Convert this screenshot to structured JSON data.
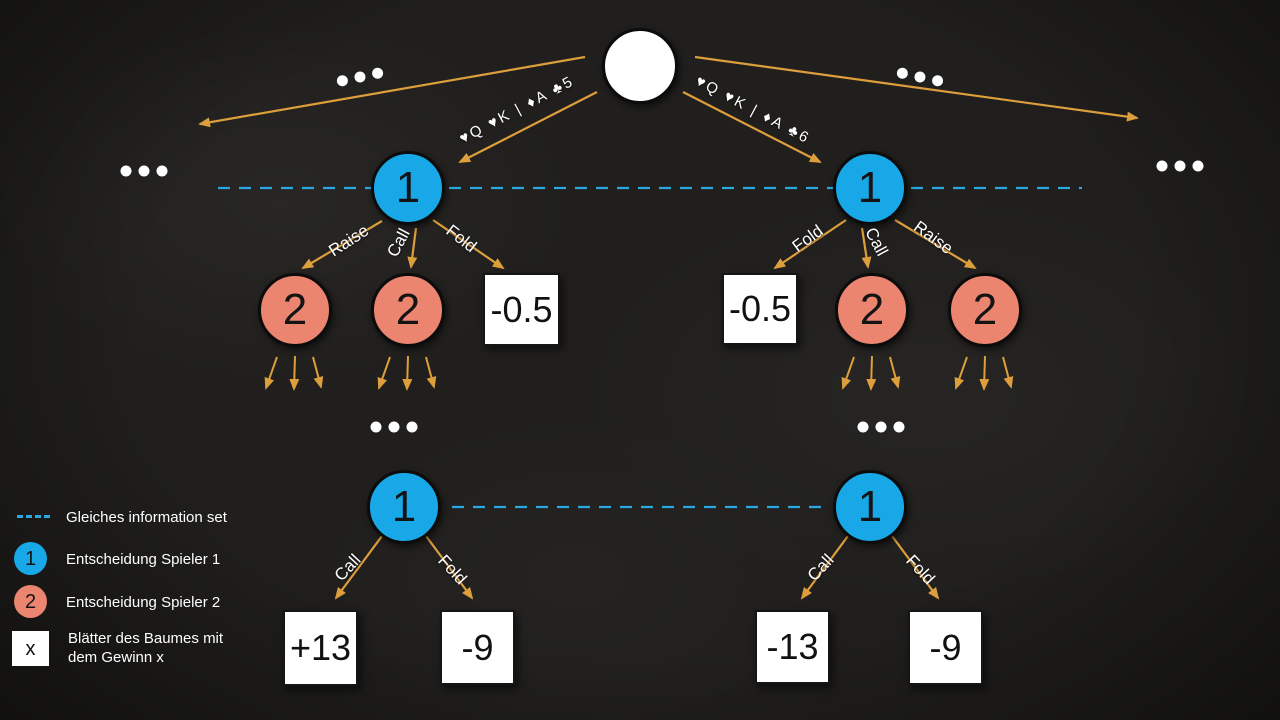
{
  "tree": {
    "deal_edges": [
      {
        "label": "♥Q ♥K | ♦A ♣5"
      },
      {
        "label": "♥Q ♥K | ♦A ♣6"
      }
    ],
    "player1_top": [
      {
        "label": "1",
        "actions": [
          "Raise",
          "Call",
          "Fold"
        ]
      },
      {
        "label": "1",
        "actions": [
          "Fold",
          "Call",
          "Raise"
        ]
      }
    ],
    "player2_nodes": [
      "2",
      "2",
      "2",
      "2"
    ],
    "fold_leaves": [
      "-0.5",
      "-0.5"
    ],
    "player1_bottom": [
      {
        "label": "1",
        "actions": [
          "Call",
          "Fold"
        ]
      },
      {
        "label": "1",
        "actions": [
          "Call",
          "Fold"
        ]
      }
    ],
    "payoff_leaves": [
      "+13",
      "-9",
      "-13",
      "-9"
    ]
  },
  "legend": {
    "items": [
      {
        "label": "Gleiches information set"
      },
      {
        "symbol": "1",
        "label": "Entscheidung Spieler 1"
      },
      {
        "symbol": "2",
        "label": "Entscheidung Spieler 2"
      },
      {
        "symbol": "x",
        "label": "Blätter des Baumes mit\ndem Gewinn x"
      }
    ]
  },
  "colors": {
    "player1": "#18a8e8",
    "player2": "#ec8570",
    "arrow": "#dd9e3c",
    "infoset_line": "#2aa7e0",
    "leaf": "#ffffff"
  }
}
